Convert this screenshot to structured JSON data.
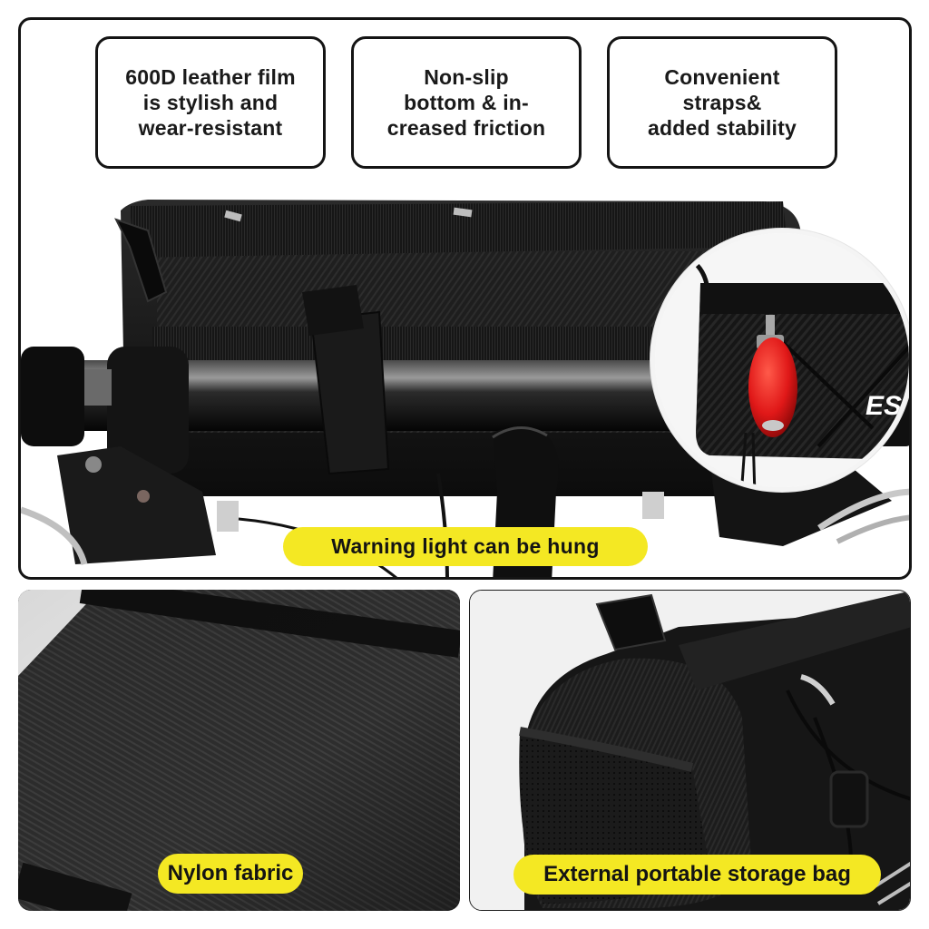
{
  "top_panel": {
    "features": [
      {
        "id": "leather-film",
        "text": "600D leather film\nis stylish and\nwear-resistant"
      },
      {
        "id": "non-slip-bottom",
        "text": "Non-slip\nbottom & in-\ncreased friction"
      },
      {
        "id": "convenient-straps",
        "text": "Convenient\nstraps&\nadded stability"
      }
    ],
    "photo_description": "Black handlebar bag strapped to bicycle handlebar with velcro strap",
    "callout_description": "Close-up of red LED warning light hung on the bag",
    "callout_logo_text": "ES",
    "caption": "Warning light can be hung"
  },
  "bottom_left_panel": {
    "photo_description": "Close-up of black textured nylon fabric",
    "caption": "Nylon fabric"
  },
  "bottom_right_panel": {
    "photo_description": "Side view of bag showing mesh external pocket and bungee cord",
    "caption": "External portable storage bag"
  },
  "colors": {
    "caption_pill": "#f4e823",
    "border": "#141414",
    "text": "#141414",
    "light_red": "#e01818"
  }
}
